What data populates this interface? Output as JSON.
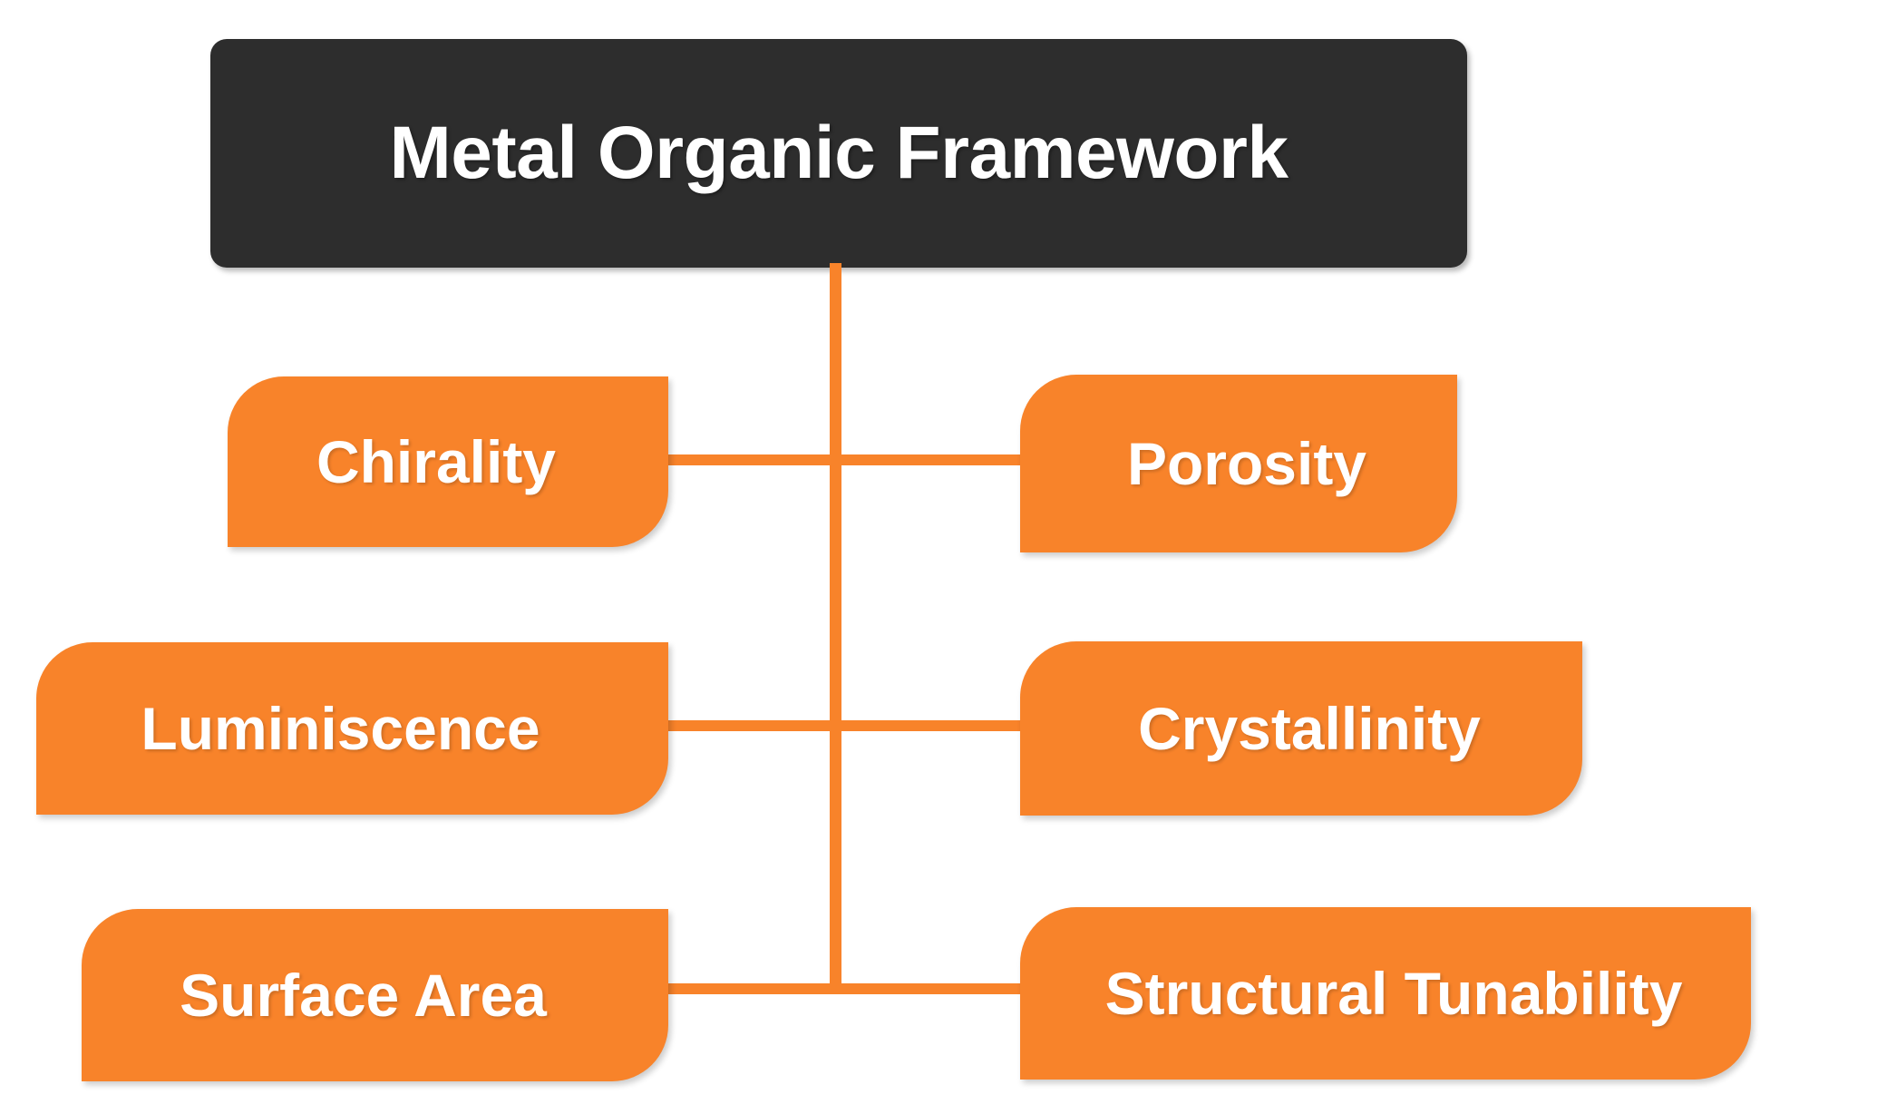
{
  "diagram": {
    "type": "hierarchy-mindmap",
    "root": {
      "label": "Metal Organic Framework",
      "background_color": "#2d2d2d",
      "text_color": "#ffffff"
    },
    "accent_color": "#F8832A",
    "branches": [
      {
        "label": "Chirality",
        "side": "left"
      },
      {
        "label": "Porosity",
        "side": "right"
      },
      {
        "label": "Luminiscence",
        "side": "left"
      },
      {
        "label": "Crystallinity",
        "side": "right"
      },
      {
        "label": "Surface Area",
        "side": "left"
      },
      {
        "label": "Structural Tunability",
        "side": "right"
      }
    ]
  }
}
